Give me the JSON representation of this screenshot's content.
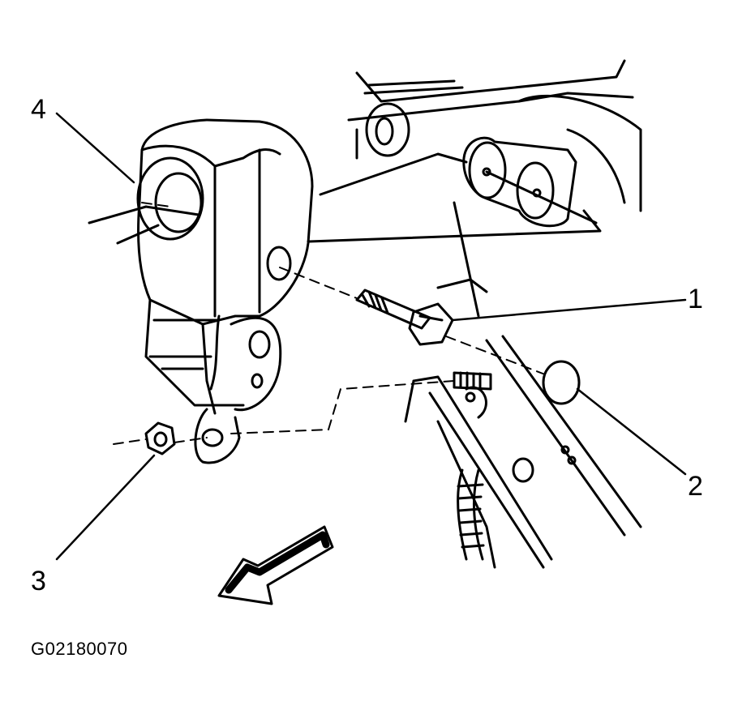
{
  "callouts": {
    "c1": "1",
    "c2": "2",
    "c3": "3",
    "c4": "4"
  },
  "figure_id": "G02180070",
  "colors": {
    "line": "#000000",
    "background": "#ffffff"
  }
}
